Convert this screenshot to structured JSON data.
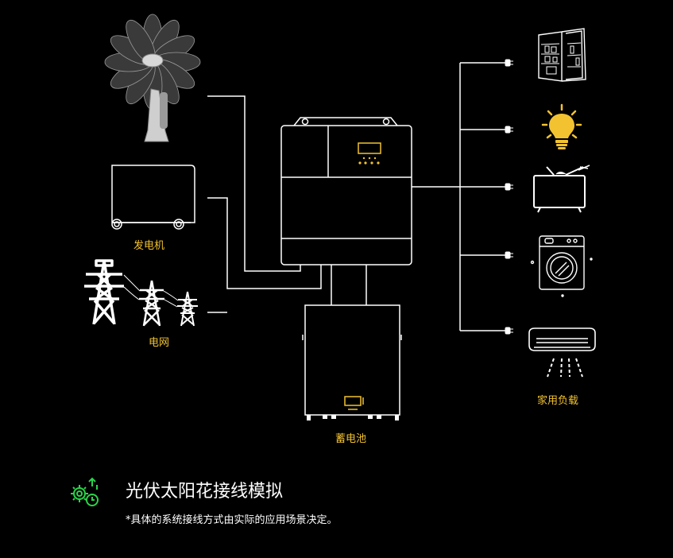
{
  "labels": {
    "generator": "发电机",
    "grid": "电网",
    "battery": "蓄电池",
    "home_loads": "家用负载"
  },
  "footer": {
    "title": "光伏太阳花接线模拟",
    "note": "*具体的系统接线方式由实际的应用场景决定。"
  },
  "colors": {
    "background": "#000000",
    "line": "#ffffff",
    "accent": "#f2c230",
    "icon_green": "#2bd44a"
  },
  "icons": [
    "solar-flower-icon",
    "generator-icon",
    "power-grid-icon",
    "inverter-icon",
    "battery-icon",
    "refrigerator-icon",
    "light-bulb-icon",
    "television-icon",
    "washing-machine-icon",
    "air-conditioner-icon",
    "plug-icon",
    "gear-clock-icon"
  ]
}
